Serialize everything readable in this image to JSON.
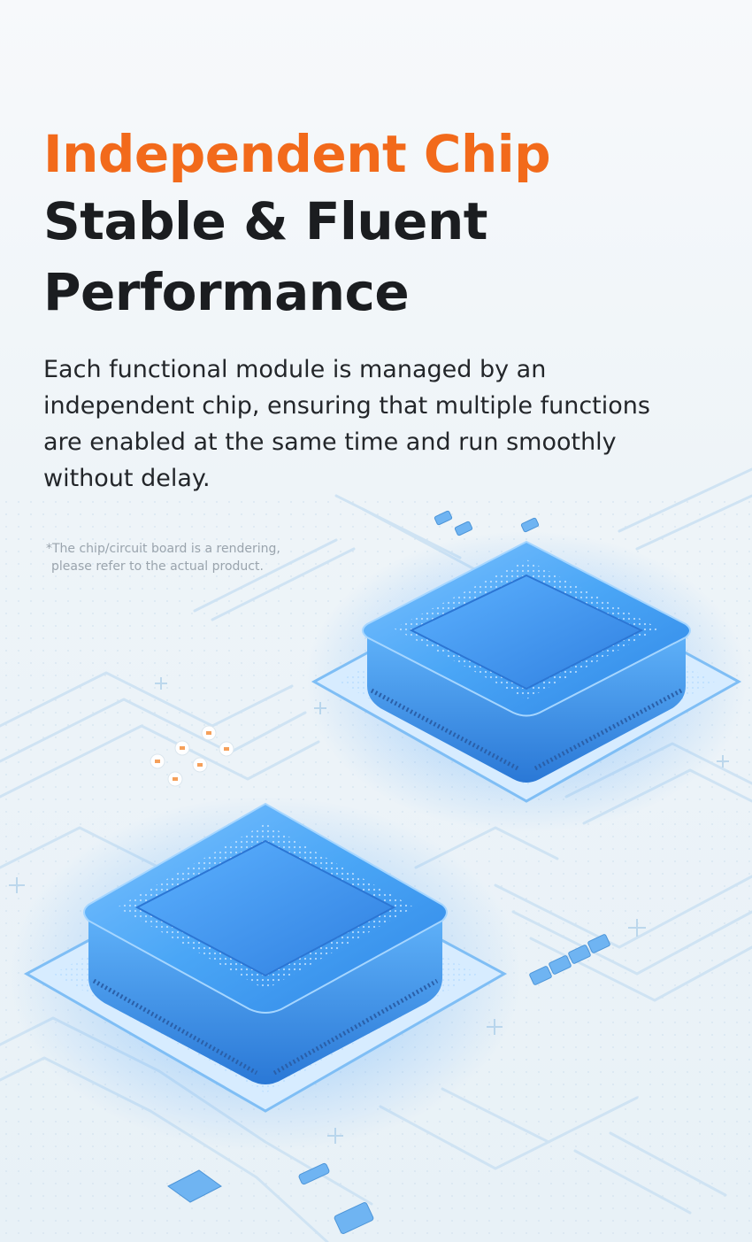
{
  "headline": {
    "accent": "Independent Chip",
    "line_two": "Stable & Fluent",
    "line_three": "Performance"
  },
  "body_copy": "Each functional module is managed by an independent chip, ensuring that multiple functions are enabled at the same time and run smoothly without delay.",
  "disclaimer": {
    "line_one": "*The chip/circuit board is a rendering,",
    "line_two": "please refer to the actual product."
  },
  "colors": {
    "accent": "#f26a1b",
    "text": "#1b1d20",
    "chip_blue": "#3b96f0",
    "background": "#eef4f8"
  }
}
